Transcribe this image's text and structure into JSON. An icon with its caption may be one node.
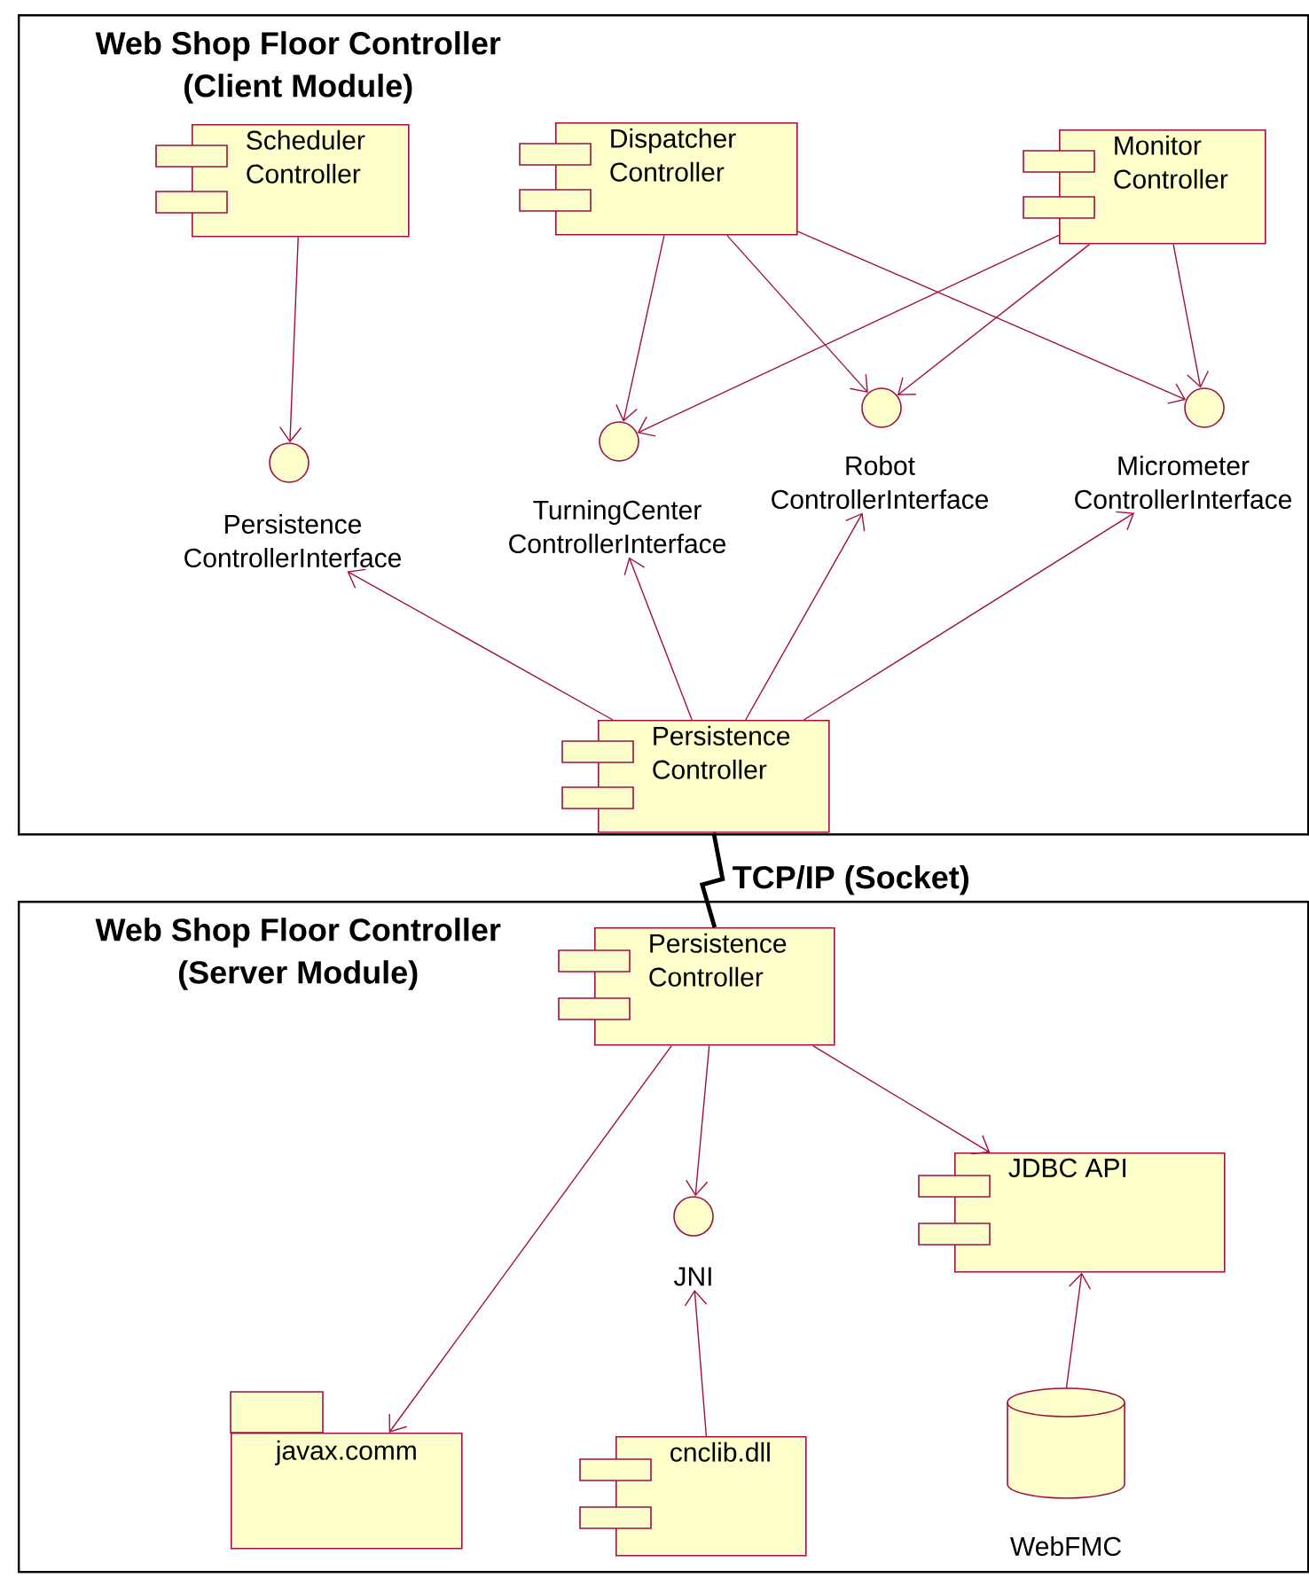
{
  "diagram": {
    "nodes": [
      {
        "text": [
          "Web Shop Floor Controller (Client Module)"
        ]
      },
      {
        "text": [
          "Scheduler Controller"
        ],
        "in": 0
      },
      {
        "text": [
          "Dispatcher Controller"
        ],
        "in": 0
      },
      {
        "text": [
          "Monitor Controller"
        ],
        "in": 0
      },
      {
        "text": [
          "Persistence ControllerInterface"
        ],
        "in": 0
      },
      {
        "text": [
          "TurningCenter ControllerInterface"
        ],
        "in": 0
      },
      {
        "text": [
          "Robot ControllerInterface"
        ],
        "in": 0
      },
      {
        "text": [
          "Micrometer ControllerInterface"
        ],
        "in": 0
      },
      {
        "text": [
          "Persistence Controller"
        ],
        "in": 0
      },
      {
        "text": [
          "Web Shop Floor Controller (Server Module)"
        ]
      },
      {
        "text": [
          "Persistence Controller"
        ],
        "in": 9
      },
      {
        "text": [
          "JNI"
        ],
        "in": 9
      },
      {
        "text": [
          "JDBC API"
        ],
        "in": 9
      },
      {
        "text": [
          "javax.comm"
        ],
        "in": 9
      },
      {
        "text": [
          "cnclib.dll"
        ],
        "in": 9
      },
      {
        "text": [
          "WebFMC"
        ],
        "in": 9
      }
    ],
    "edges": [
      {
        "from": 1,
        "to": 4,
        "arrow": "to"
      },
      {
        "from": 2,
        "to": 5,
        "arrow": "to"
      },
      {
        "from": 2,
        "to": 6,
        "arrow": "to"
      },
      {
        "from": 2,
        "to": 7,
        "arrow": "to"
      },
      {
        "from": 3,
        "to": 5,
        "arrow": "to"
      },
      {
        "from": 3,
        "to": 6,
        "arrow": "to"
      },
      {
        "from": 3,
        "to": 7,
        "arrow": "to"
      },
      {
        "from": 8,
        "to": 4,
        "arrow": "to"
      },
      {
        "from": 8,
        "to": 5,
        "arrow": "to"
      },
      {
        "from": 8,
        "to": 6,
        "arrow": "to"
      },
      {
        "from": 8,
        "to": 7,
        "arrow": "to"
      },
      {
        "from": 8,
        "to": 10,
        "arrow": "none",
        "label": "TCP/IP (Socket)",
        "style": "thick",
        "color": "#000000"
      },
      {
        "from": 10,
        "to": 13,
        "arrow": "to"
      },
      {
        "from": 10,
        "to": 11,
        "arrow": "to"
      },
      {
        "from": 10,
        "to": 12,
        "arrow": "to"
      },
      {
        "from": 14,
        "to": 11,
        "arrow": "to"
      },
      {
        "from": 15,
        "to": 12,
        "arrow": "to"
      }
    ]
  }
}
